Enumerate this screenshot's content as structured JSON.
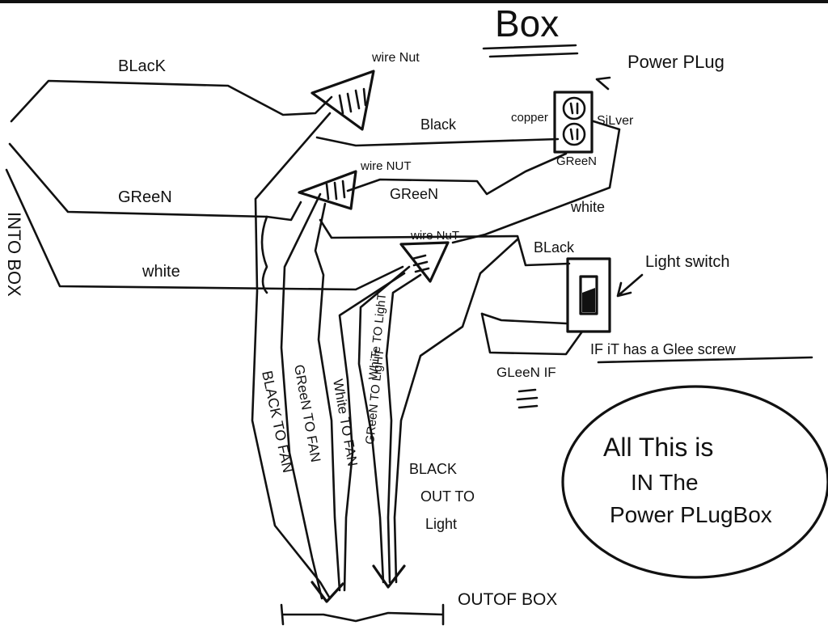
{
  "labels": {
    "title": "Box",
    "power_plug": "Power PLug",
    "wire_nut_top": "wire Nut",
    "wire_nut_middle": "wire NUT",
    "wire_nut_lower": "wire NuT",
    "black_top": "BLacK",
    "black_to_plug": "Black",
    "copper": "copper",
    "silver": "SiLver",
    "green_at_plug": "GReeN",
    "green_left": "GReeN",
    "green_middle": "GReeN",
    "white_left": "white",
    "white_right": "white",
    "black_to_switch": "BLack",
    "light_switch": "Light switch",
    "if_green_screw": "IF iT has a Glee screw",
    "green_if": "GLeeN IF",
    "into_box": "INTO BOX",
    "black_to_fan": "BLACK TO FAN",
    "green_to_fan": "GReeN TO FAN",
    "white_to_fan": "White TO FAN",
    "green_to_light": "GReeN TO LigHT",
    "white_to_light": "WhiTe TO LighT",
    "black_out_line1": "BLACK",
    "black_out_line2": "OUT TO",
    "black_out_line3": "Light",
    "out_of_box": "OUTOF BOX",
    "note_line1": "All This is",
    "note_line2": "IN The",
    "note_line3": "Power PLugBox"
  }
}
